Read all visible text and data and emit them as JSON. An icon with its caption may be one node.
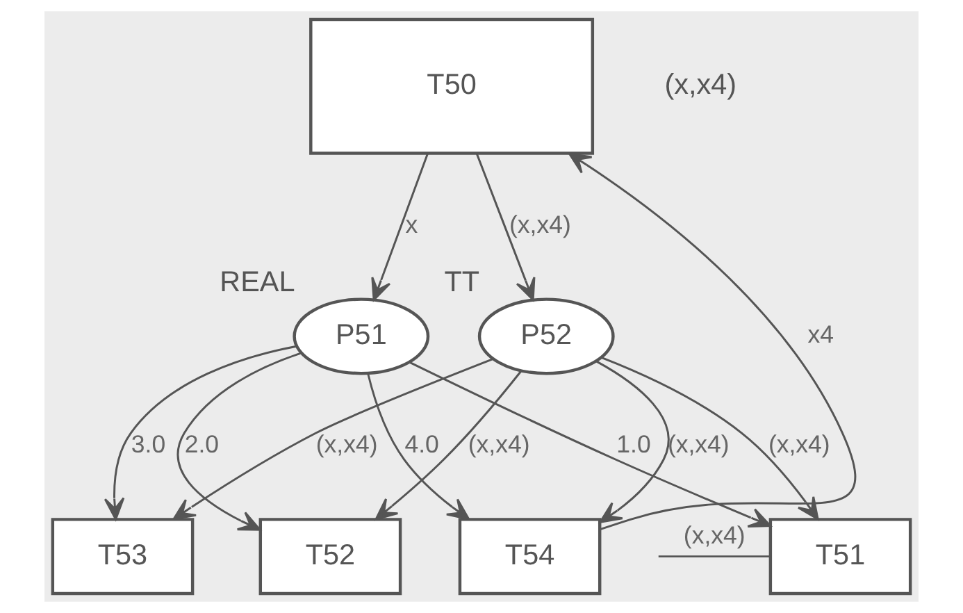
{
  "diagram": {
    "nodes": [
      {
        "text": [
          "T50"
        ]
      },
      {
        "text": [
          "P51"
        ],
        "beside": [
          "REAL"
        ]
      },
      {
        "text": [
          "P52"
        ],
        "beside": [
          "TT"
        ]
      },
      {
        "text": [
          "T51"
        ]
      },
      {
        "text": [
          "T52"
        ]
      },
      {
        "text": [
          "T53"
        ]
      },
      {
        "text": [
          "T54"
        ]
      }
    ],
    "edges": [
      {
        "from": 0,
        "to": 1,
        "arrow": "to",
        "label": "x"
      },
      {
        "from": 0,
        "to": 2,
        "arrow": "to",
        "label": "(x,x4)"
      },
      {
        "from": 1,
        "to": 3,
        "arrow": "to",
        "label": "1.0"
      },
      {
        "from": 1,
        "to": 4,
        "arrow": "to",
        "label": "2.0"
      },
      {
        "from": 1,
        "to": 5,
        "arrow": "to",
        "label": "3.0"
      },
      {
        "from": 1,
        "to": 6,
        "arrow": "to",
        "label": "4.0"
      },
      {
        "from": 2,
        "to": 3,
        "arrow": "to",
        "label": "(x,x4)"
      },
      {
        "from": 2,
        "to": 4,
        "arrow": "to",
        "label": "(x,x4)"
      },
      {
        "from": 2,
        "to": 5,
        "arrow": "to",
        "label": "(x,x4)"
      },
      {
        "from": 2,
        "to": 6,
        "arrow": "to",
        "label": "(x,x4)"
      },
      {
        "from": null,
        "to": 3,
        "arrow": "none",
        "label": "(x,x4)"
      },
      {
        "from": 6,
        "to": 0,
        "arrow": "to",
        "label": "x4"
      }
    ],
    "labels": [
      "(x,x4)"
    ]
  }
}
